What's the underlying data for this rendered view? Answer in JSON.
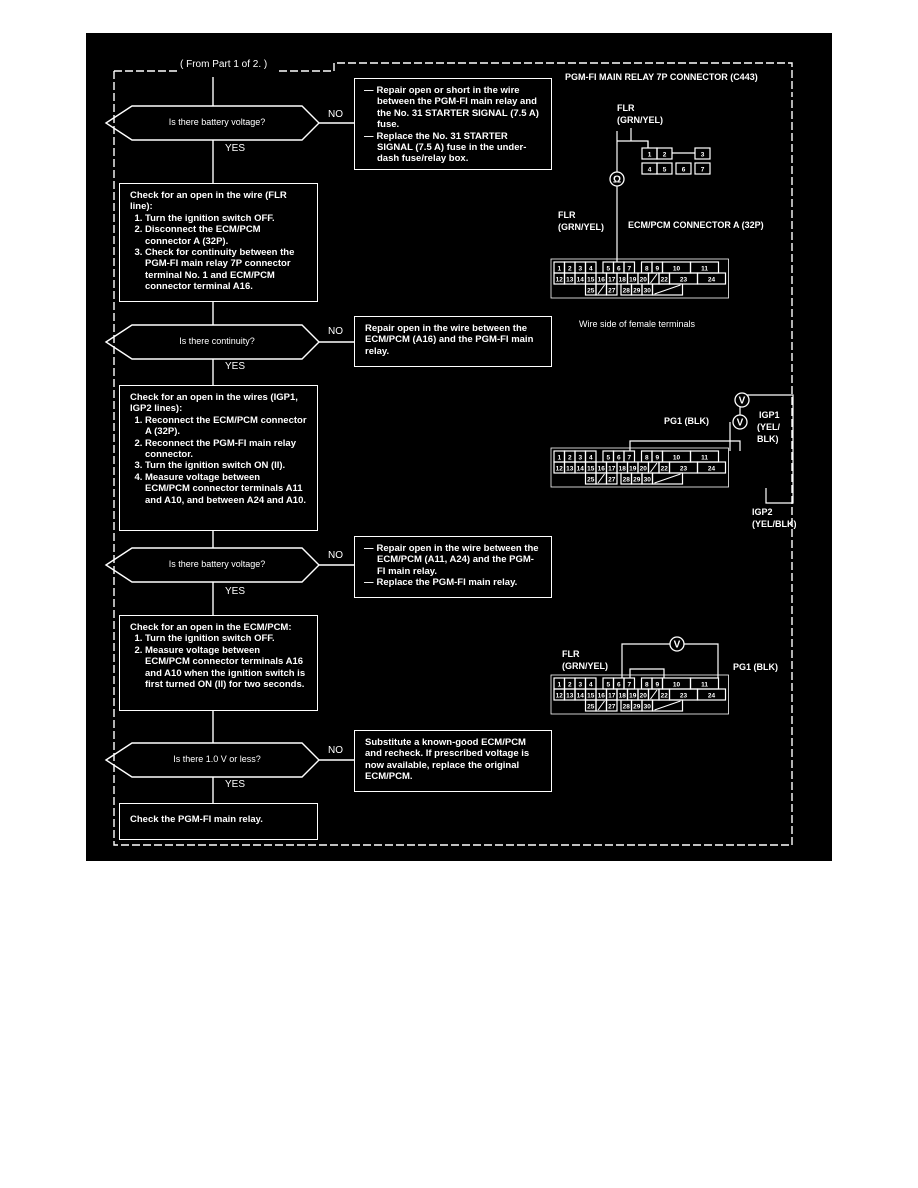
{
  "header": {
    "from_part": "( From Part 1 of 2. )"
  },
  "labels": {
    "yes": "YES",
    "no": "NO"
  },
  "decisions": [
    "Is there battery voltage?",
    "Is there continuity?",
    "Is there battery voltage?",
    "Is there 1.0 V or less?"
  ],
  "steps": [
    {
      "title": "Check for an open in the wire (FLR line):",
      "items": [
        "Turn the ignition switch OFF.",
        "Disconnect the ECM/PCM connector A (32P).",
        "Check for continuity between the PGM-FI main relay 7P connector terminal No. 1 and ECM/PCM connector terminal A16."
      ]
    },
    {
      "title": "Check for an open in the wires (IGP1, IGP2 lines):",
      "items": [
        "Reconnect the ECM/PCM connector A (32P).",
        "Reconnect the PGM-FI main relay connector.",
        "Turn the ignition switch ON (II).",
        "Measure voltage between ECM/PCM connector terminals A11 and A10, and between A24 and A10."
      ]
    },
    {
      "title": "Check for an open in the ECM/PCM:",
      "items": [
        "Turn the ignition switch OFF.",
        "Measure voltage between ECM/PCM connector terminals A16 and A10 when the ignition switch is first turned ON (II) for two seconds."
      ]
    }
  ],
  "final_step": "Check the PGM-FI main relay.",
  "no_actions": [
    [
      "Repair open or short in the wire between the PGM-FI main relay and the No. 31 STARTER SIGNAL (7.5 A) fuse.",
      "Replace the No. 31 STARTER SIGNAL (7.5 A) fuse in the under-dash fuse/relay box."
    ],
    [
      "Repair open in the wire between the ECM/PCM (A16) and the PGM-FI main relay."
    ],
    [
      "Repair open in the wire between the ECM/PCM (A11, A24) and the PGM-FI main relay.",
      "Replace the PGM-FI main relay."
    ],
    [
      "Substitute a known-good ECM/PCM and recheck. If prescribed voltage is now available, replace the original ECM/PCM."
    ]
  ],
  "diagrams": {
    "relay_title": "PGM-FI MAIN RELAY 7P CONNECTOR (C443)",
    "flr": "FLR",
    "grn_yel": "(GRN/YEL)",
    "ohm": "Ω",
    "volt": "V",
    "ecm_title": "ECM/PCM CONNECTOR A (32P)",
    "wire_side": "Wire side of female terminals",
    "pg1": "PG1 (BLK)",
    "igp1": "IGP1",
    "yel_blk_a": "(YEL/",
    "yel_blk_b": "BLK)",
    "igp2": "IGP2",
    "igp2_color": "(YEL/BLK)",
    "relay_pins": [
      "1",
      "2",
      "3",
      "4",
      "5",
      "6",
      "7"
    ],
    "connector_row1": [
      "1",
      "2",
      "3",
      "4",
      "5",
      "6",
      "7",
      "8",
      "9",
      "10",
      "11"
    ],
    "connector_row2": [
      "12",
      "13",
      "14",
      "15",
      "16",
      "17",
      "18",
      "19",
      "20",
      "22",
      "23",
      "24"
    ],
    "connector_row3": [
      "25",
      "27",
      "28",
      "29",
      "30"
    ]
  }
}
